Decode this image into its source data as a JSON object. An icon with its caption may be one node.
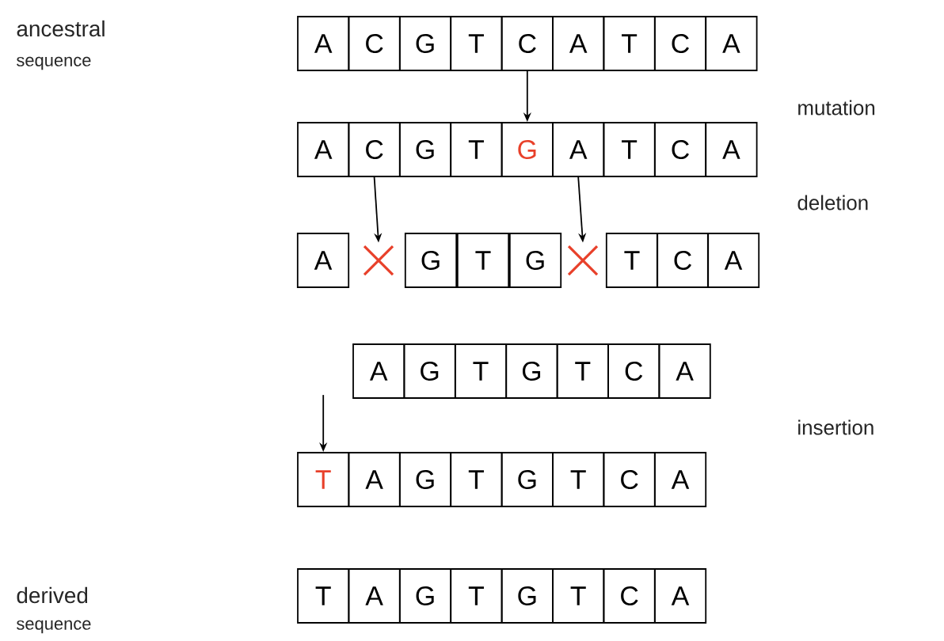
{
  "diagram": {
    "nodes": [
      {
        "text": [
          "A"
        ]
      },
      {
        "text": [
          "C"
        ]
      },
      {
        "text": [
          "G"
        ]
      },
      {
        "text": [
          "T"
        ]
      },
      {
        "text": [
          "C"
        ]
      },
      {
        "text": [
          "A"
        ]
      },
      {
        "text": [
          "T"
        ]
      },
      {
        "text": [
          "C"
        ]
      },
      {
        "text": [
          "A"
        ]
      },
      {
        "text": [
          "A"
        ]
      },
      {
        "text": [
          "C"
        ]
      },
      {
        "text": [
          "G"
        ]
      },
      {
        "text": [
          "T"
        ]
      },
      {
        "text": [
          "G"
        ]
      },
      {
        "text": [
          "A"
        ]
      },
      {
        "text": [
          "T"
        ]
      },
      {
        "text": [
          "C"
        ]
      },
      {
        "text": [
          "A"
        ]
      },
      {
        "text": [
          "A"
        ]
      },
      {
        "text": [],
        "shape": "cross"
      },
      {
        "text": [
          "G"
        ]
      },
      {
        "text": [
          "T"
        ]
      },
      {
        "text": [
          "G"
        ]
      },
      {
        "text": [],
        "shape": "cross"
      },
      {
        "text": [
          "T"
        ]
      },
      {
        "text": [
          "C"
        ]
      },
      {
        "text": [
          "A"
        ]
      },
      {
        "text": [
          "A"
        ]
      },
      {
        "text": [
          "G"
        ]
      },
      {
        "text": [
          "T"
        ]
      },
      {
        "text": [
          "G"
        ]
      },
      {
        "text": [
          "T"
        ]
      },
      {
        "text": [
          "C"
        ]
      },
      {
        "text": [
          "A"
        ]
      },
      {
        "text": [
          "T"
        ]
      },
      {
        "text": [
          "A"
        ]
      },
      {
        "text": [
          "G"
        ]
      },
      {
        "text": [
          "T"
        ]
      },
      {
        "text": [
          "G"
        ]
      },
      {
        "text": [
          "T"
        ]
      },
      {
        "text": [
          "C"
        ]
      },
      {
        "text": [
          "A"
        ]
      },
      {
        "text": [
          "T"
        ]
      },
      {
        "text": [
          "A"
        ]
      },
      {
        "text": [
          "G"
        ]
      },
      {
        "text": [
          "T"
        ]
      },
      {
        "text": [
          "G"
        ]
      },
      {
        "text": [
          "T"
        ]
      },
      {
        "text": [
          "C"
        ]
      },
      {
        "text": [
          "A"
        ]
      }
    ],
    "edges": [
      {
        "from": 4,
        "to": 13,
        "arrow": "to"
      },
      {
        "from": 10,
        "to": 19,
        "arrow": "to"
      },
      {
        "from": 14,
        "to": 23,
        "arrow": "to"
      },
      {
        "from": null,
        "to": 34,
        "arrow": "to"
      }
    ],
    "labels": [
      "ancestral",
      "sequence",
      "mutation",
      "deletion",
      "insertion",
      "derived",
      "sequence"
    ]
  }
}
